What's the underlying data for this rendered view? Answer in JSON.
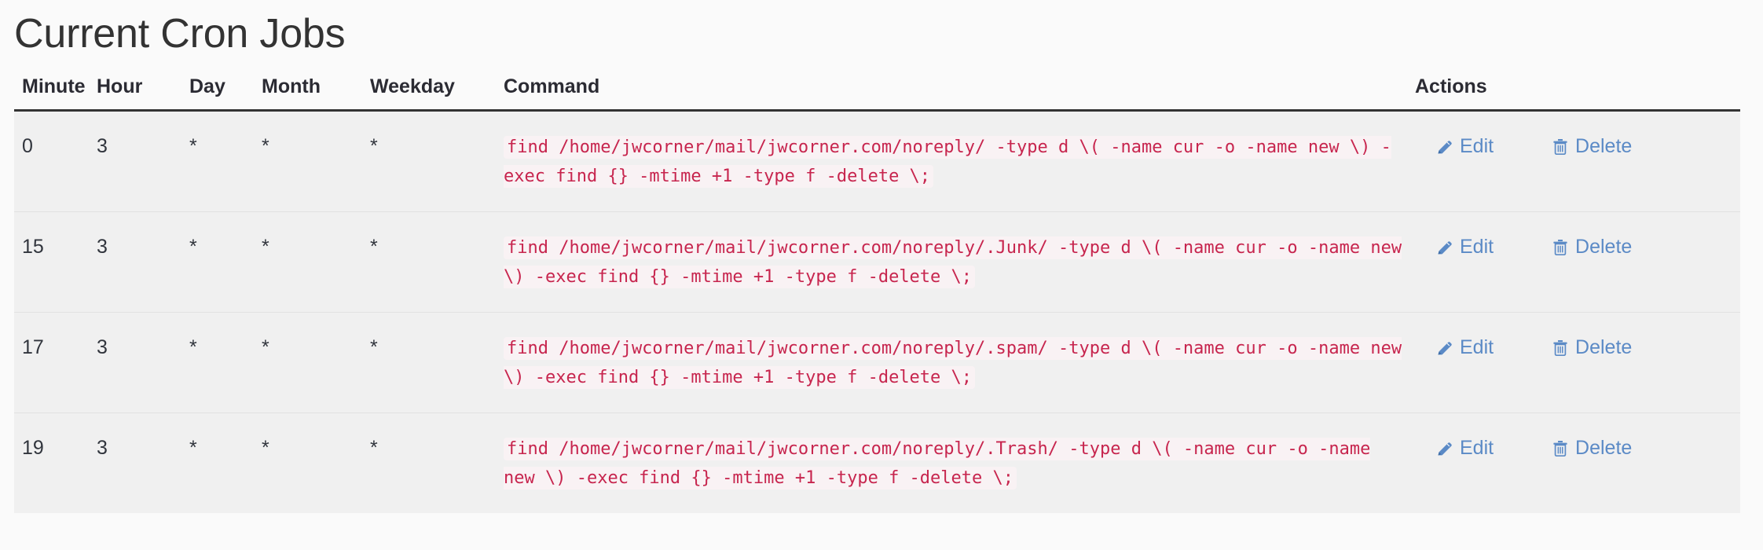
{
  "page": {
    "title": "Current Cron Jobs",
    "background_color": "#fafafa",
    "title_color": "#333333"
  },
  "table": {
    "headers": {
      "minute": "Minute",
      "hour": "Hour",
      "day": "Day",
      "month": "Month",
      "weekday": "Weekday",
      "command": "Command",
      "actions": "Actions"
    },
    "header_border_color": "#333333",
    "row_background": "#f0f0f0",
    "code_color": "#c7254e",
    "code_background": "#f9f2f4",
    "link_color": "#5b8ac6",
    "rows": [
      {
        "minute": "0",
        "hour": "3",
        "day": "*",
        "month": "*",
        "weekday": "*",
        "command": "find /home/jwcorner/mail/jwcorner.com/noreply/ -type d \\( -name cur -o -name new \\) -exec find {} -mtime +1 -type f -delete \\;",
        "edit_label": "Edit",
        "delete_label": "Delete",
        "edit_icon": "pencil-icon",
        "delete_icon": "trash-icon"
      },
      {
        "minute": "15",
        "hour": "3",
        "day": "*",
        "month": "*",
        "weekday": "*",
        "command": "find /home/jwcorner/mail/jwcorner.com/noreply/.Junk/ -type d \\( -name cur -o -name new \\) -exec find {} -mtime +1 -type f -delete \\;",
        "edit_label": "Edit",
        "delete_label": "Delete",
        "edit_icon": "pencil-icon",
        "delete_icon": "trash-icon"
      },
      {
        "minute": "17",
        "hour": "3",
        "day": "*",
        "month": "*",
        "weekday": "*",
        "command": "find /home/jwcorner/mail/jwcorner.com/noreply/.spam/ -type d \\( -name cur -o -name new \\) -exec find {} -mtime +1 -type f -delete \\;",
        "edit_label": "Edit",
        "delete_label": "Delete",
        "edit_icon": "pencil-icon",
        "delete_icon": "trash-icon"
      },
      {
        "minute": "19",
        "hour": "3",
        "day": "*",
        "month": "*",
        "weekday": "*",
        "command": "find /home/jwcorner/mail/jwcorner.com/noreply/.Trash/ -type d \\( -name cur -o -name new \\) -exec find {} -mtime +1 -type f -delete \\;",
        "edit_label": "Edit",
        "delete_label": "Delete",
        "edit_icon": "pencil-icon",
        "delete_icon": "trash-icon"
      }
    ]
  }
}
